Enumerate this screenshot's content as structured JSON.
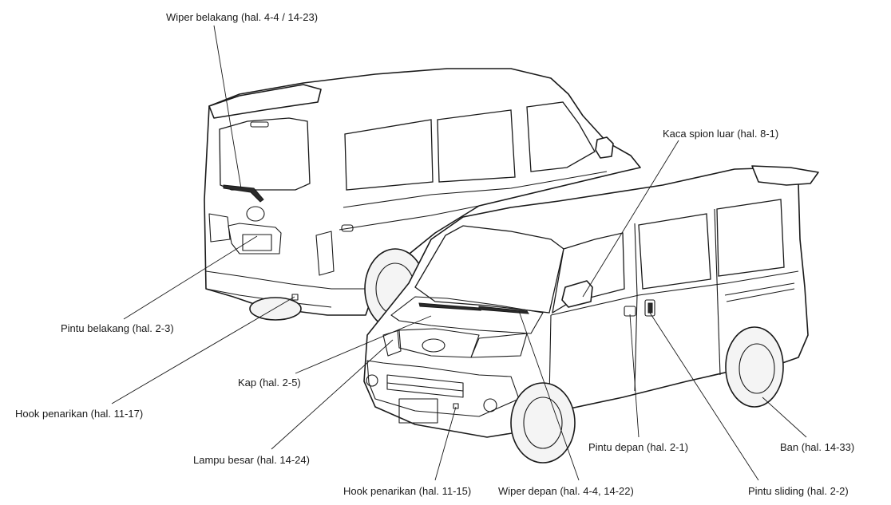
{
  "labels": {
    "wiper_belakang": "Wiper belakang (hal. 4-4 / 14-23)",
    "kaca_spion": "Kaca spion luar (hal. 8-1)",
    "pintu_belakang": "Pintu belakang (hal. 2-3)",
    "kap": "Kap (hal. 2-5)",
    "hook_1117": "Hook penarikan (hal. 11-17)",
    "lampu_besar": "Lampu besar (hal. 14-24)",
    "hook_1115": "Hook penarikan (hal. 11-15)",
    "wiper_depan": "Wiper depan (hal. 4-4, 14-22)",
    "pintu_depan": "Pintu depan (hal. 2-1)",
    "ban": "Ban (hal. 14-33)",
    "pintu_sliding": "Pintu sliding (hal. 2-2)"
  }
}
